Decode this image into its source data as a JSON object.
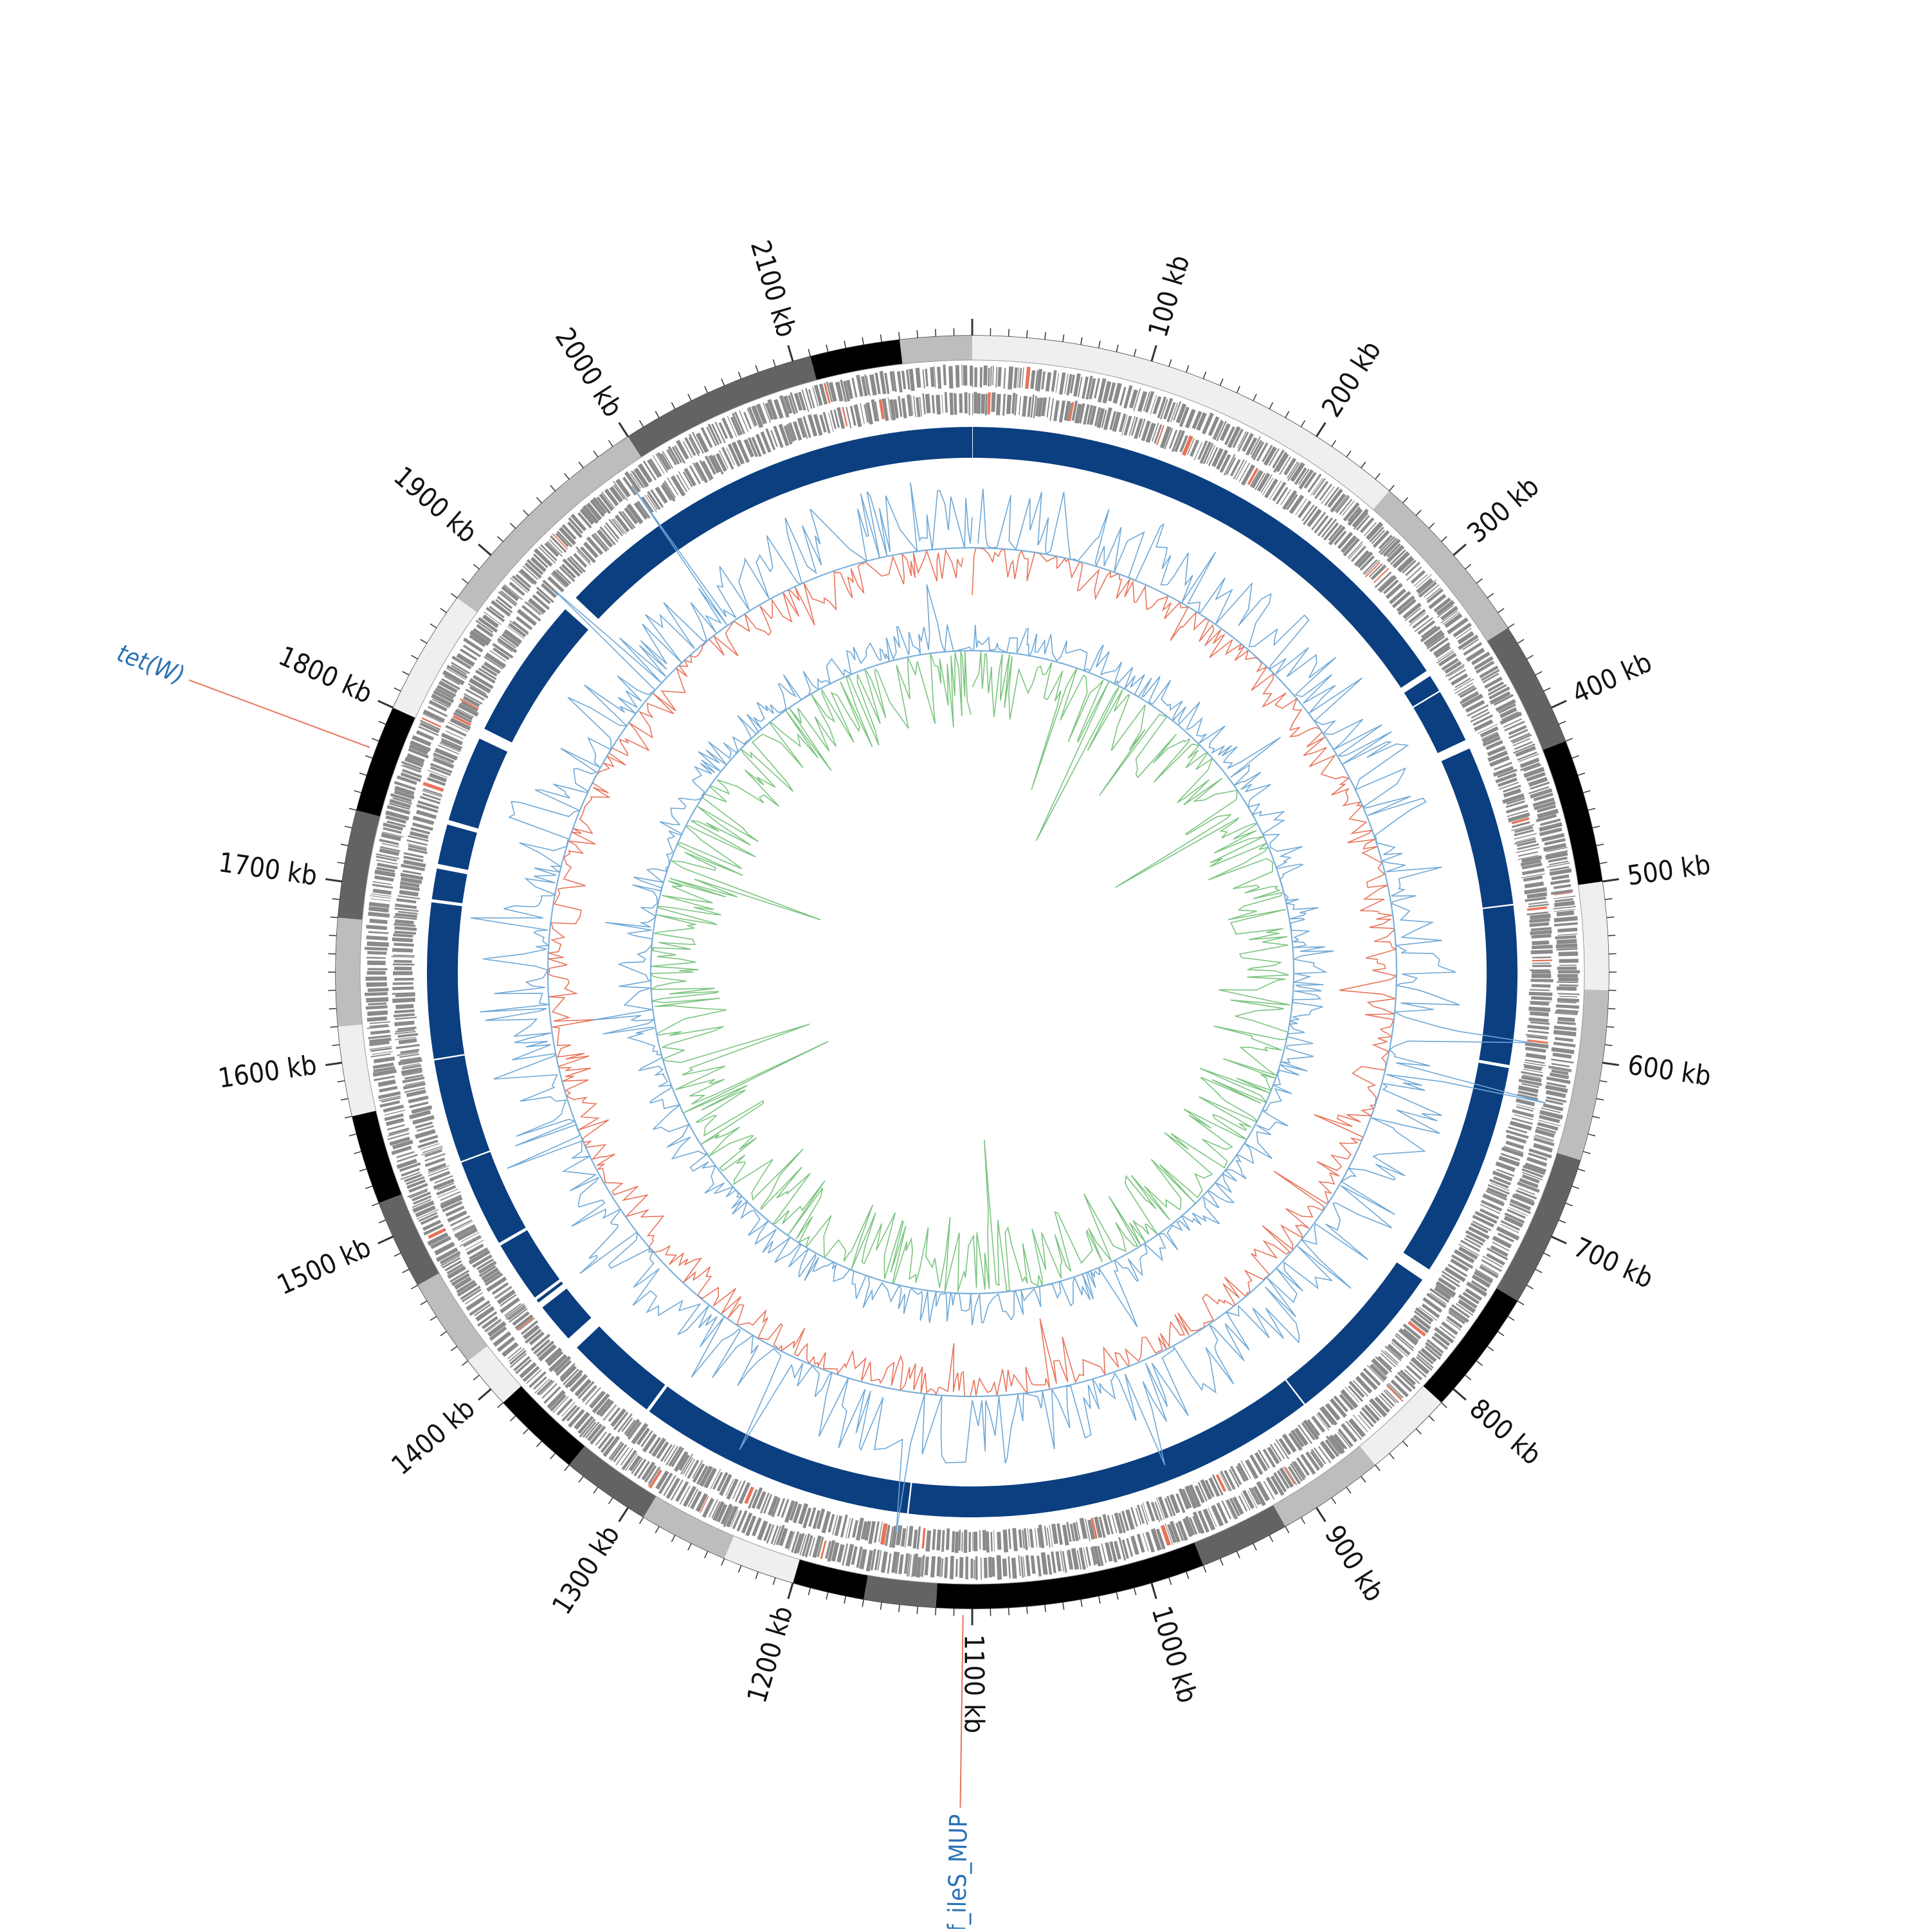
{
  "genome_map": {
    "tick_labels": [
      "100 kb",
      "200 kb",
      "300 kb",
      "400 kb",
      "500 kb",
      "600 kb",
      "700 kb",
      "800 kb",
      "900 kb",
      "1000 kb",
      "1100 kb",
      "1200 kb",
      "1300 kb",
      "1400 kb",
      "1500 kb",
      "1600 kb",
      "1700 kb",
      "1800 kb",
      "1900 kb",
      "2000 kb",
      "2100 kb"
    ],
    "tick_positions_kb": [
      100,
      200,
      300,
      400,
      500,
      600,
      700,
      800,
      900,
      1000,
      1100,
      1200,
      1300,
      1400,
      1500,
      1600,
      1700,
      1800,
      1900,
      2000,
      2100
    ],
    "genome_length_kb": 2200,
    "annotations": [
      {
        "label": "tet(W)",
        "position_kb": 1775,
        "italic": true
      },
      {
        "label": "Bbif_ileS_MUP",
        "position_kb": 1105,
        "italic": false
      }
    ],
    "contig_blocks_kb": [
      [
        0,
        250,
        "#efefef"
      ],
      [
        250,
        350,
        "#bdbdbd"
      ],
      [
        350,
        420,
        "#636363"
      ],
      [
        420,
        500,
        "#000000"
      ],
      [
        500,
        560,
        "#efefef"
      ],
      [
        560,
        655,
        "#bdbdbd"
      ],
      [
        655,
        740,
        "#636363"
      ],
      [
        740,
        810,
        "#000000"
      ],
      [
        810,
        860,
        "#efefef"
      ],
      [
        860,
        920,
        "#bdbdbd"
      ],
      [
        920,
        970,
        "#636363"
      ],
      [
        970,
        1120,
        "#000000"
      ],
      [
        1120,
        1160,
        "#636363"
      ],
      [
        1160,
        1200,
        "#000000"
      ],
      [
        1200,
        1240,
        "#efefef"
      ],
      [
        1240,
        1290,
        "#bdbdbd"
      ],
      [
        1290,
        1340,
        "#636363"
      ],
      [
        1340,
        1390,
        "#000000"
      ],
      [
        1390,
        1420,
        "#efefef"
      ],
      [
        1420,
        1470,
        "#bdbdbd"
      ],
      [
        1470,
        1520,
        "#636363"
      ],
      [
        1520,
        1570,
        "#000000"
      ],
      [
        1570,
        1620,
        "#efefef"
      ],
      [
        1620,
        1680,
        "#bdbdbd"
      ],
      [
        1680,
        1740,
        "#636363"
      ],
      [
        1740,
        1800,
        "#000000"
      ],
      [
        1800,
        1870,
        "#efefef"
      ],
      [
        1870,
        2000,
        "#bdbdbd"
      ],
      [
        2000,
        2110,
        "#636363"
      ],
      [
        2110,
        2160,
        "#000000"
      ],
      [
        2160,
        2200,
        "#bdbdbd"
      ]
    ],
    "colors": {
      "backbone": "#0b3f80",
      "gc_skew_positive": "#e8735a",
      "gc_skew_negative": "#6fa8d6",
      "gc_content": "#7bc47f",
      "gene": "#8a8a8a",
      "rna_gene": "#e8735a",
      "annotation_label": "#2a71b5",
      "annotation_line": "#e8735a"
    }
  }
}
